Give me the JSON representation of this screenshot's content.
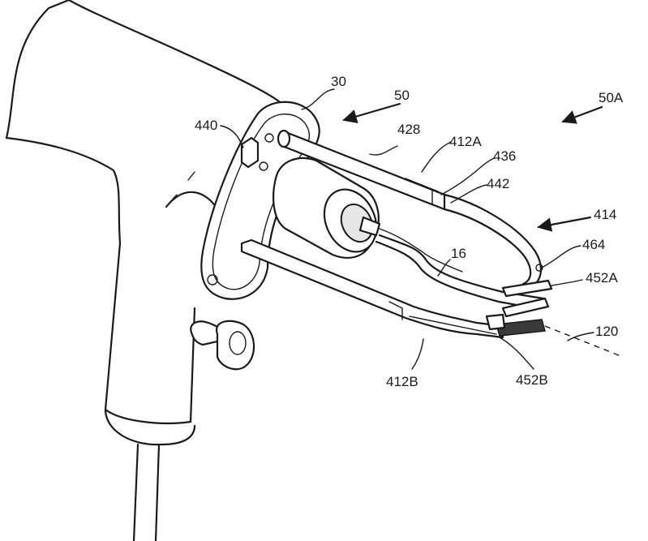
{
  "labels": {
    "l30": "30",
    "l50": "50",
    "l50A": "50A",
    "l440": "440",
    "l428": "428",
    "l412A": "412A",
    "l436": "436",
    "l442": "442",
    "l414": "414",
    "l464": "464",
    "l16": "16",
    "l452A": "452A",
    "l120": "120",
    "l412B": "412B",
    "l452B": "452B"
  }
}
